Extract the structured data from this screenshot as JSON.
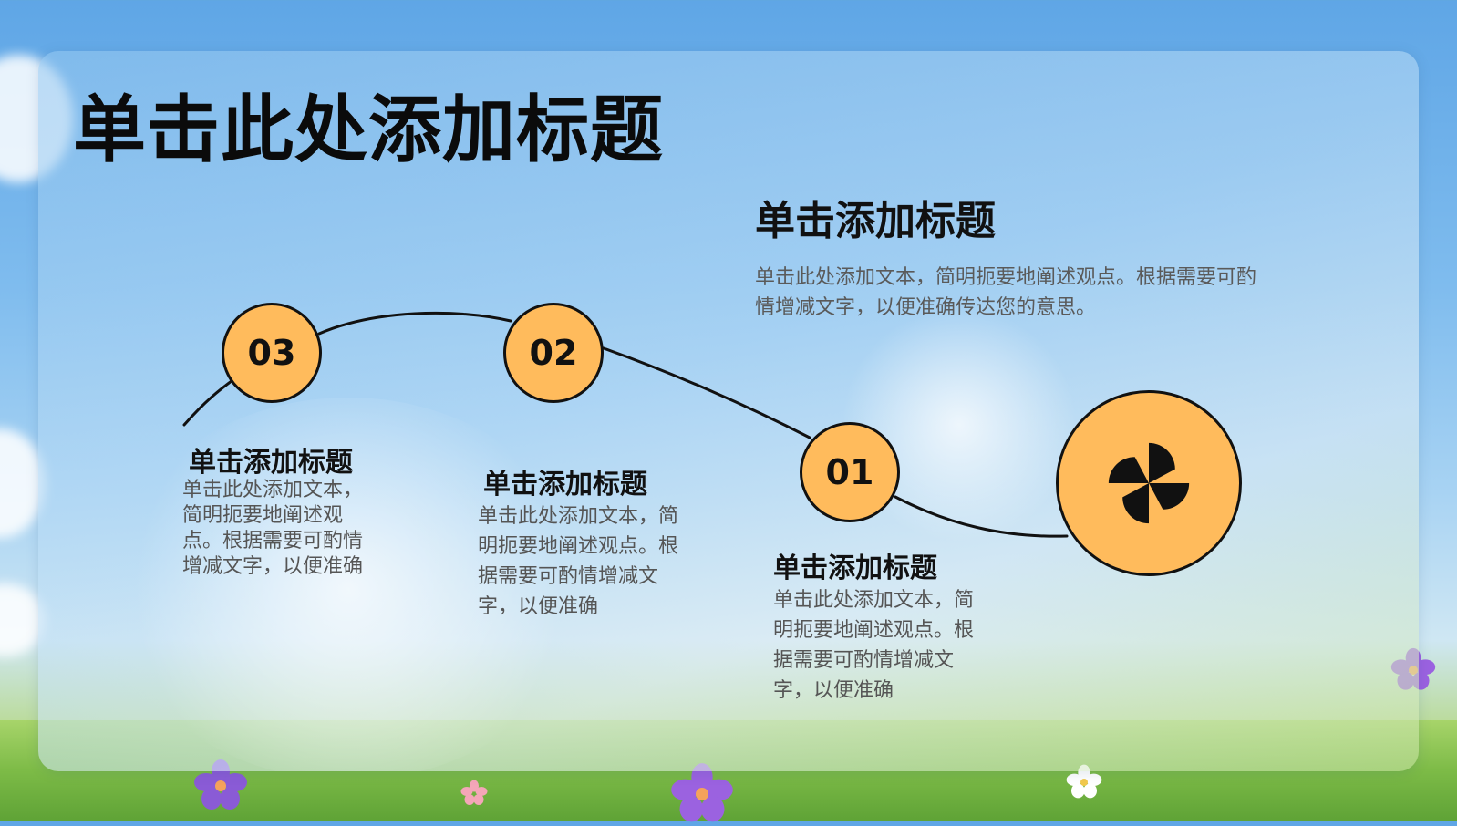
{
  "slide": {
    "title": "单击此处添加标题"
  },
  "feature": {
    "title": "单击添加标题",
    "text": "单击此处添加文本，简明扼要地阐述观点。根据需要可酌情增减文字，以便准确传达您的意思。",
    "icon": "pinwheel-icon"
  },
  "steps": [
    {
      "number": "03",
      "title": "单击添加标题",
      "text": "单击此处添加文本，简明扼要地阐述观点。根据需要可酌情增减文字，以便准确"
    },
    {
      "number": "02",
      "title": "单击添加标题",
      "text": "单击此处添加文本，简明扼要地阐述观点。根据需要可酌情增减文字，以便准确"
    },
    {
      "number": "01",
      "title": "单击添加标题",
      "text": "单击此处添加文本，简明扼要地阐述观点。根据需要可酌情增减文字，以便准确"
    }
  ],
  "colors": {
    "accent": "#ffbb5c",
    "outline": "#111111",
    "body_text": "#555555"
  }
}
